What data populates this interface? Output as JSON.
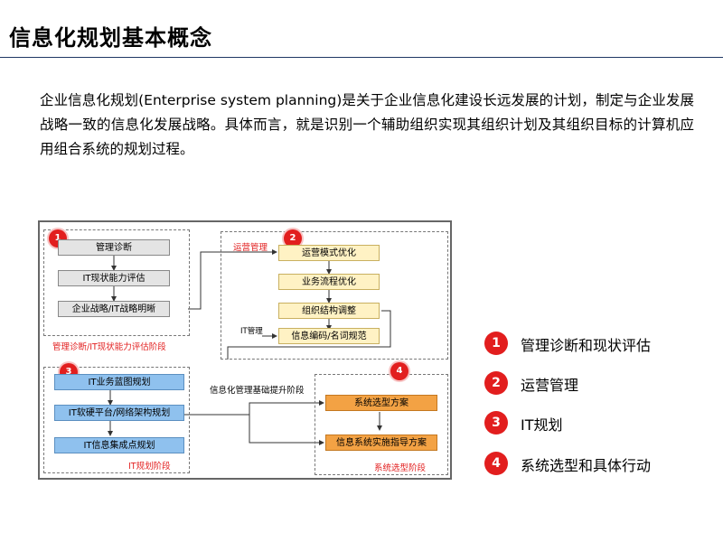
{
  "page": {
    "title": "信息化规划基本概念",
    "intro": "企业信息化规划(Enterprise system planning)是关于企业信息化建设长远发展的计划，制定与企业发展战略一致的信息化发展战略。具体而言，就是识别一个辅助组织实现其组织计划及其组织目标的计算机应用组合系统的规划过程。"
  },
  "diagram": {
    "phase1": {
      "num": "1",
      "boxes": [
        "管理诊断",
        "IT现状能力评估",
        "企业战略/IT战略明晰"
      ],
      "caption": "管理诊断/IT现状能力评估阶段"
    },
    "phase2": {
      "num": "2",
      "label": "运营管理",
      "boxes": [
        "运营模式优化",
        "业务流程优化",
        "组织结构调整",
        "信息编码/名词规范"
      ],
      "it_label": "IT管理"
    },
    "phase3": {
      "num": "3",
      "boxes": [
        "IT业务蓝图规划",
        "IT软硬平台/网络架构规划",
        "IT信息集成点规划"
      ],
      "caption": "IT规划阶段"
    },
    "phase4": {
      "num": "4",
      "boxes": [
        "系统选型方案",
        "信息系统实施指导方案"
      ],
      "caption": "系统选型阶段"
    },
    "middle_label": "信息化管理基础提升阶段"
  },
  "legend": [
    {
      "num": "1",
      "text": "管理诊断和现状评估"
    },
    {
      "num": "2",
      "text": "运营管理"
    },
    {
      "num": "3",
      "text": "IT规划"
    },
    {
      "num": "4",
      "text": "系统选型和具体行动"
    }
  ],
  "colors": {
    "accent_red": "#e21e1e",
    "blue_box": "#8fc1ee",
    "orange_box": "#f3a244",
    "yellow_box": "#fff2c4",
    "gray_box": "#e4e4e4"
  }
}
